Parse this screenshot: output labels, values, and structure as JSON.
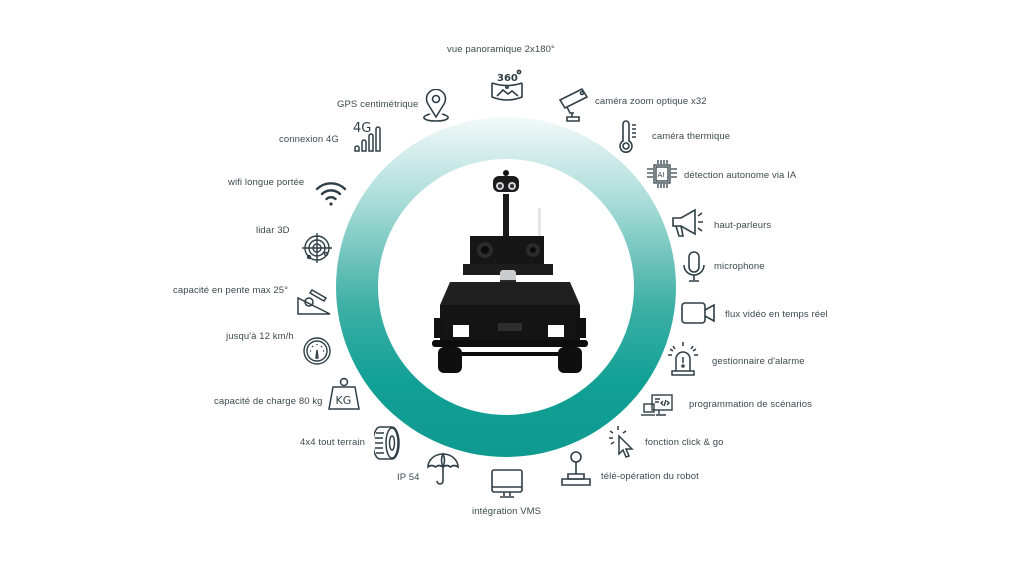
{
  "diagram": {
    "center": "robot",
    "colors": {
      "ring_top": "#f2f9f9",
      "ring_bottom": "#0f9a90",
      "icon_stroke": "#2f3e46",
      "text": "#3b4a4f"
    },
    "features": [
      {
        "id": "panoramic",
        "label": "vue panoramique 2x180°",
        "icon": "360-view-icon"
      },
      {
        "id": "zoom-camera",
        "label": "caméra zoom optique x32",
        "icon": "cctv-camera-icon"
      },
      {
        "id": "thermal",
        "label": "caméra thermique",
        "icon": "thermometer-icon"
      },
      {
        "id": "ai",
        "label": "détection autonome via IA",
        "icon": "ai-chip-icon"
      },
      {
        "id": "speakers",
        "label": "haut-parleurs",
        "icon": "megaphone-icon"
      },
      {
        "id": "microphone",
        "label": "microphone",
        "icon": "microphone-icon"
      },
      {
        "id": "video",
        "label": "flux vidéo en temps réel",
        "icon": "video-camera-icon"
      },
      {
        "id": "alarm",
        "label": "gestionnaire d'alarme",
        "icon": "alarm-siren-icon"
      },
      {
        "id": "scenarios",
        "label": "programmation de scénarios",
        "icon": "code-laptop-icon"
      },
      {
        "id": "click-go",
        "label": "fonction click & go",
        "icon": "cursor-click-icon"
      },
      {
        "id": "teleop",
        "label": "télé-opération du robot",
        "icon": "joystick-icon"
      },
      {
        "id": "vms",
        "label": "intégration VMS",
        "icon": "monitor-icon"
      },
      {
        "id": "ip54",
        "label": "IP 54",
        "icon": "umbrella-icon"
      },
      {
        "id": "terrain",
        "label": "4x4 tout terrain",
        "icon": "tire-icon"
      },
      {
        "id": "payload",
        "label": "capacité de charge 80 kg",
        "icon": "kg-weight-icon"
      },
      {
        "id": "speed",
        "label": "jusqu'à 12 km/h",
        "icon": "speedometer-icon"
      },
      {
        "id": "slope",
        "label": "capacité en pente max 25°",
        "icon": "slope-icon"
      },
      {
        "id": "lidar",
        "label": "lidar 3D",
        "icon": "lidar-target-icon"
      },
      {
        "id": "wifi",
        "label": "wifi longue portée",
        "icon": "wifi-icon"
      },
      {
        "id": "4g",
        "label": "connexion 4G",
        "icon": "4g-signal-icon"
      },
      {
        "id": "gps",
        "label": "GPS centimétrique",
        "icon": "map-pin-icon"
      }
    ],
    "icon_text": {
      "panoramic": "360",
      "ai": "AI",
      "payload": "KG",
      "4g": "4G"
    }
  }
}
